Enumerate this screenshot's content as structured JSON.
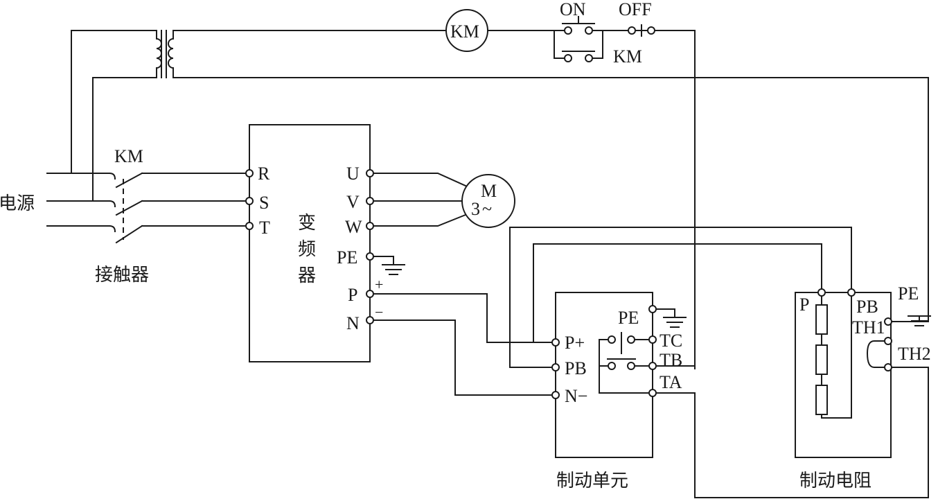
{
  "labels": {
    "power": "电源",
    "contactor": "接触器",
    "km_contact": "KM",
    "inverter": [
      "变",
      "频",
      "器"
    ],
    "inv_in": [
      "R",
      "S",
      "T"
    ],
    "inv_out": [
      "U",
      "V",
      "W",
      "PE",
      "P",
      "N"
    ],
    "plus": "+",
    "minus": "−",
    "motor_letter": "M",
    "motor_phase": "3",
    "motor_tilde": "~",
    "coil": "KM",
    "on": "ON",
    "off": "OFF",
    "km_hold": "KM",
    "brake_unit": "制动单元",
    "bu_left": [
      "P+",
      "PB",
      "N−"
    ],
    "bu_right": [
      "PE",
      "TC",
      "TB",
      "TA"
    ],
    "brake_res": "制动电阻",
    "br_p": "P",
    "br_pb": "PB",
    "br_th1": "TH1",
    "br_th2": "TH2",
    "br_pe": "PE"
  }
}
